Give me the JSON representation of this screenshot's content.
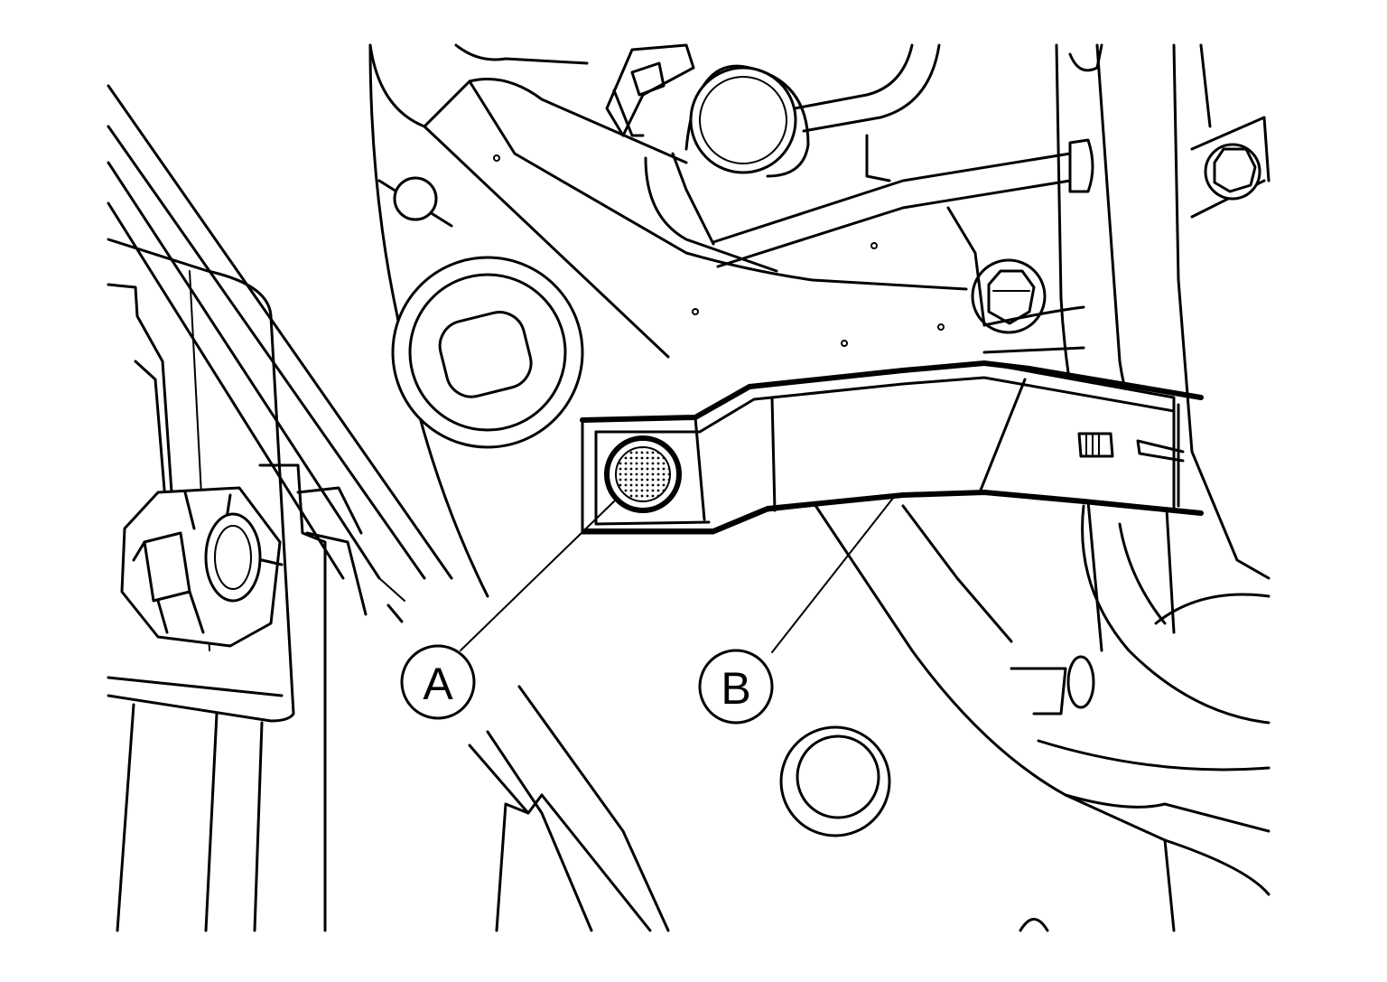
{
  "callouts": {
    "a": {
      "label": "A",
      "target": "bolt"
    },
    "b": {
      "label": "B",
      "target": "bracket"
    }
  },
  "colors": {
    "line": "#000000",
    "background": "#ffffff"
  }
}
